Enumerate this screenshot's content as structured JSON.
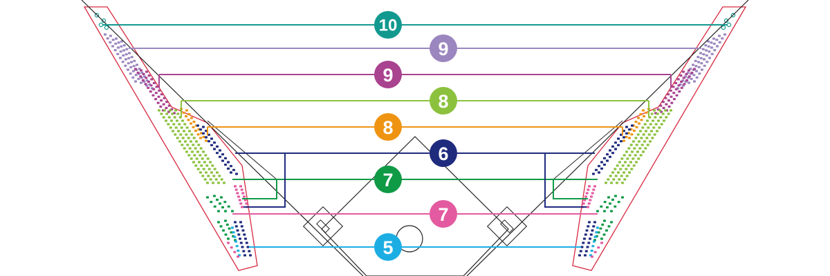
{
  "diagram": {
    "zones": [
      {
        "label": "10",
        "color": "#12998f"
      },
      {
        "label": "9",
        "color": "#9b86bf"
      },
      {
        "label": "9",
        "color": "#a9428f"
      },
      {
        "label": "8",
        "color": "#8cc13e"
      },
      {
        "label": "8",
        "color": "#ee9412"
      },
      {
        "label": "6",
        "color": "#1f2b7d"
      },
      {
        "label": "7",
        "color": "#0f9a46"
      },
      {
        "label": "7",
        "color": "#e35aa0"
      },
      {
        "label": "5",
        "color": "#1caee3"
      }
    ],
    "stand_outline_color": "#d6283e",
    "field_line_color": "#222222"
  }
}
